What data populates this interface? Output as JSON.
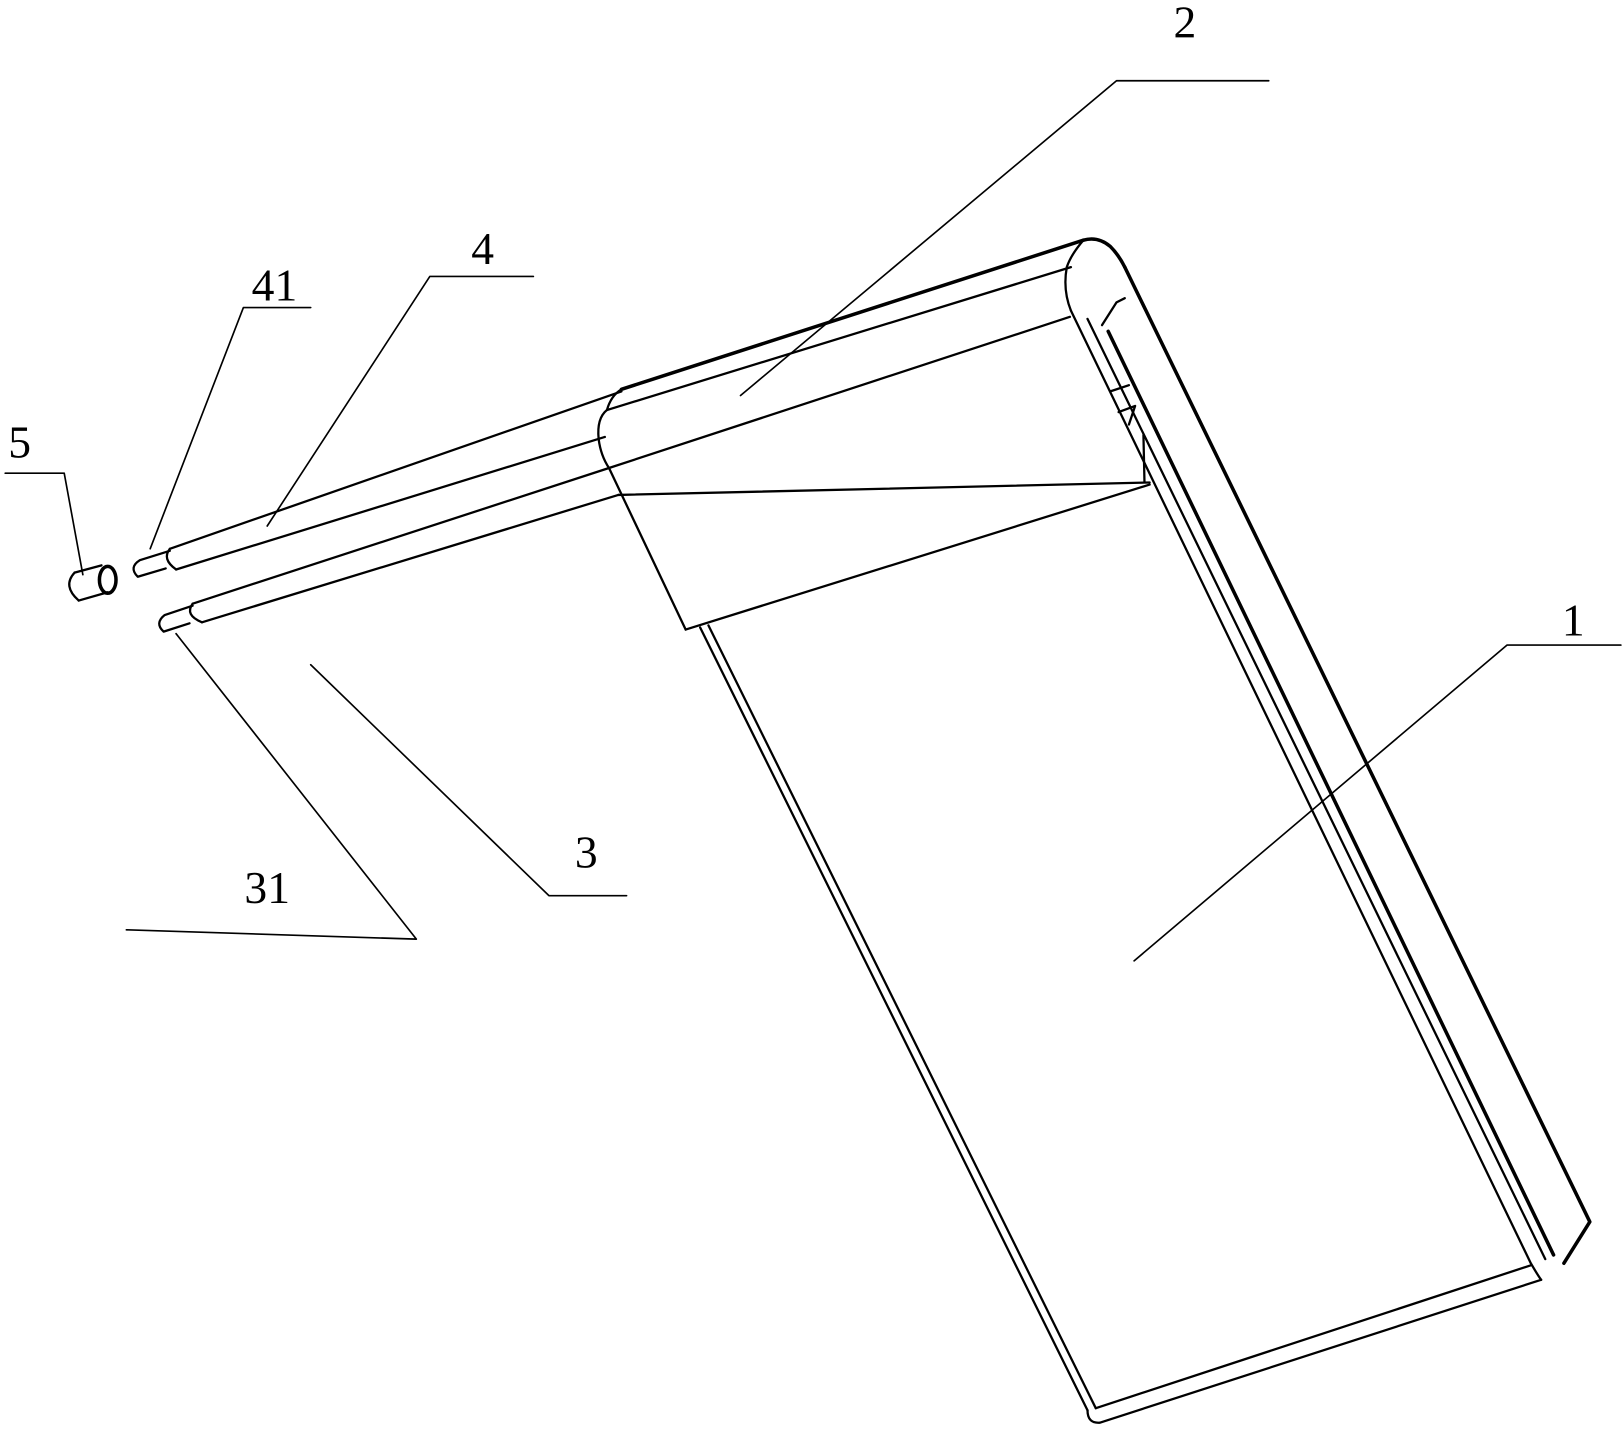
{
  "figure": {
    "labels": {
      "part_1": "1",
      "part_2": "2",
      "part_3": "3",
      "part_31": "31",
      "part_4": "4",
      "part_41": "41",
      "part_5": "5"
    },
    "line_color": "#000000",
    "background": "#ffffff"
  }
}
